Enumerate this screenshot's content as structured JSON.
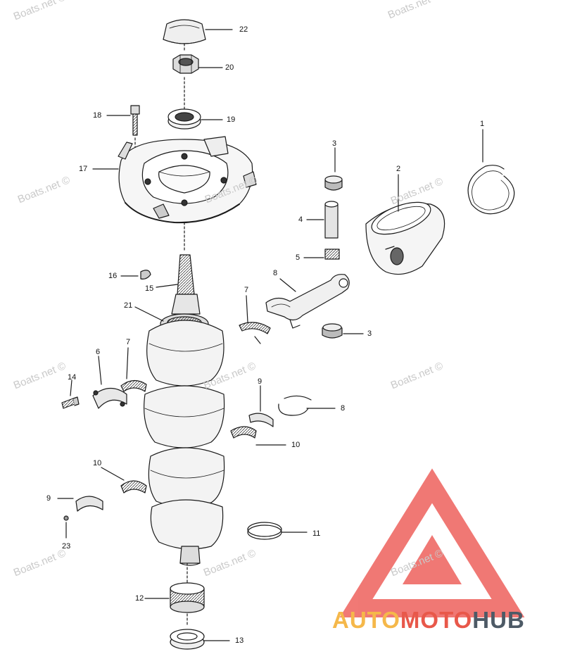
{
  "watermark_text": "Boats.net ©",
  "callouts": {
    "c22": "22",
    "c20": "20",
    "c18": "18",
    "c19": "19",
    "c17": "17",
    "c1": "1",
    "c3a": "3",
    "c2": "2",
    "c4": "4",
    "c5": "5",
    "c16": "16",
    "c15": "15",
    "c8a": "8",
    "c21": "21",
    "c7a": "7",
    "c3b": "3",
    "c6": "6",
    "c7b": "7",
    "c14": "14",
    "c9a": "9",
    "c8b": "8",
    "c10a": "10",
    "c10b": "10",
    "c9b": "9",
    "c23": "23",
    "c11": "11",
    "c12": "12",
    "c13": "13"
  },
  "logo": {
    "part1": "AUTO",
    "part2": "MOTO",
    "part3": "HUB",
    "color_auto": "#f5b84a",
    "color_moto": "#e8584a",
    "color_hub": "#4d5a66",
    "triangle_color": "#ef6a66"
  }
}
